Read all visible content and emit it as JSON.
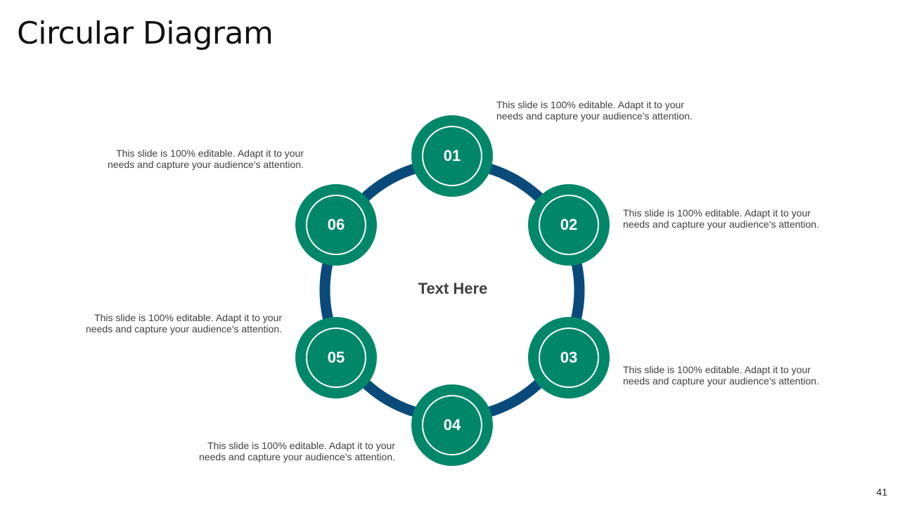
{
  "slide": {
    "title": "Circular Diagram",
    "center_text": "Text Here",
    "page_number": "41"
  },
  "colors": {
    "node_fill": "#00876a",
    "ring_stroke": "#0a4a7a",
    "inner_ring": "#ffffff",
    "body_text": "#404040"
  },
  "nodes": [
    {
      "label": "01",
      "description": "This slide is 100% editable. Adapt it to your needs and capture your audience's attention."
    },
    {
      "label": "02",
      "description": "This slide is 100% editable. Adapt it to your needs and capture your audience's attention."
    },
    {
      "label": "03",
      "description": "This slide is 100% editable. Adapt it to your needs and capture your audience's attention."
    },
    {
      "label": "04",
      "description": "This slide is 100% editable. Adapt it to your needs and capture your audience's attention."
    },
    {
      "label": "05",
      "description": "This slide is 100% editable. Adapt it to your needs and capture your audience's attention."
    },
    {
      "label": "06",
      "description": "This slide is 100% editable. Adapt it to your needs and capture your audience's attention."
    }
  ]
}
